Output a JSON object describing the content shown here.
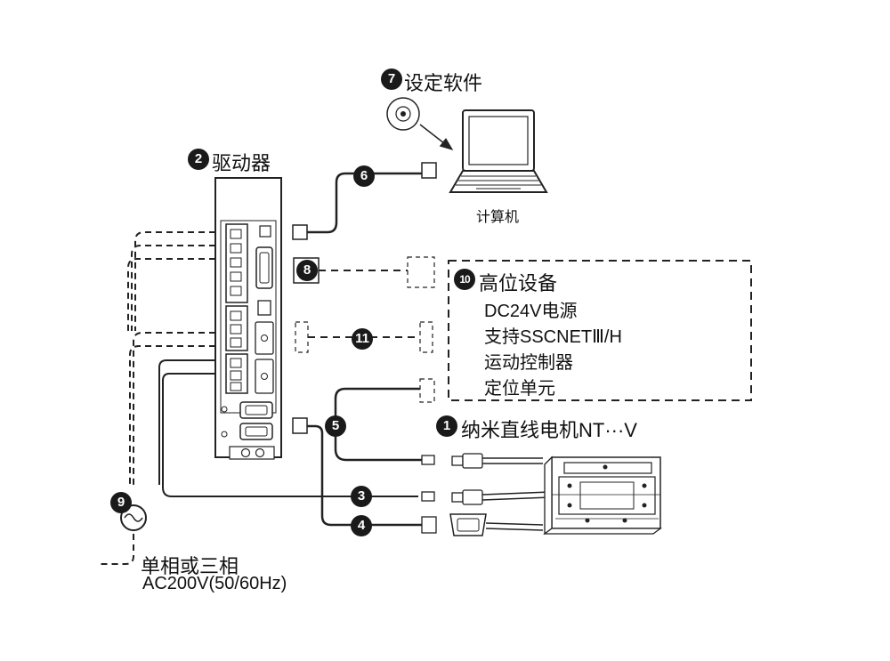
{
  "labels": {
    "software": "设定软件",
    "driver": "驱动器",
    "computer": "计算机",
    "host_title": "高位设备",
    "host_items": [
      "DC24V电源",
      "支持SSCNETⅢ/H",
      "运动控制器",
      "定位单元"
    ],
    "motor": "纳米直线电机NT···V",
    "power_line1": "单相或三相",
    "power_line2": "AC200V(50/60Hz)"
  },
  "markers": {
    "m1": "1",
    "m2": "2",
    "m3": "3",
    "m4": "4",
    "m5": "5",
    "m6": "6",
    "m7": "7",
    "m8": "8",
    "m9": "9",
    "m10": "10",
    "m11": "11"
  }
}
